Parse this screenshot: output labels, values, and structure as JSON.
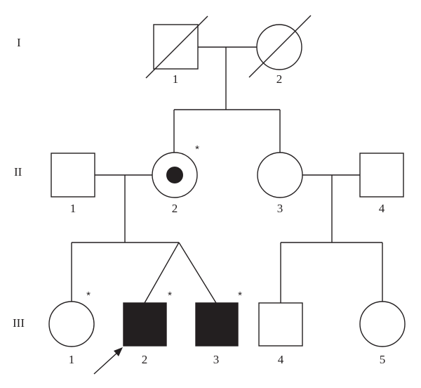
{
  "generations": [
    {
      "id": "I",
      "label": "I"
    },
    {
      "id": "II",
      "label": "II"
    },
    {
      "id": "III",
      "label": "III"
    }
  ],
  "individuals": [
    {
      "id": "I-1",
      "generation": "I",
      "number": "1",
      "sex": "male",
      "affected": false,
      "deceased": true,
      "carrier": false,
      "tested": false,
      "proband": false
    },
    {
      "id": "I-2",
      "generation": "I",
      "number": "2",
      "sex": "female",
      "affected": false,
      "deceased": true,
      "carrier": false,
      "tested": false,
      "proband": false
    },
    {
      "id": "II-1",
      "generation": "II",
      "number": "1",
      "sex": "male",
      "affected": false,
      "deceased": false,
      "carrier": false,
      "tested": false,
      "proband": false
    },
    {
      "id": "II-2",
      "generation": "II",
      "number": "2",
      "sex": "female",
      "affected": false,
      "deceased": false,
      "carrier": true,
      "tested": true,
      "proband": false
    },
    {
      "id": "II-3",
      "generation": "II",
      "number": "3",
      "sex": "female",
      "affected": false,
      "deceased": false,
      "carrier": false,
      "tested": false,
      "proband": false
    },
    {
      "id": "II-4",
      "generation": "II",
      "number": "4",
      "sex": "male",
      "affected": false,
      "deceased": false,
      "carrier": false,
      "tested": false,
      "proband": false
    },
    {
      "id": "III-1",
      "generation": "III",
      "number": "1",
      "sex": "female",
      "affected": false,
      "deceased": false,
      "carrier": false,
      "tested": true,
      "proband": false
    },
    {
      "id": "III-2",
      "generation": "III",
      "number": "2",
      "sex": "male",
      "affected": true,
      "deceased": false,
      "carrier": false,
      "tested": true,
      "proband": true
    },
    {
      "id": "III-3",
      "generation": "III",
      "number": "3",
      "sex": "male",
      "affected": true,
      "deceased": false,
      "carrier": false,
      "tested": true,
      "proband": false
    },
    {
      "id": "III-4",
      "generation": "III",
      "number": "4",
      "sex": "male",
      "affected": false,
      "deceased": false,
      "carrier": false,
      "tested": false,
      "proband": false
    },
    {
      "id": "III-5",
      "generation": "III",
      "number": "5",
      "sex": "female",
      "affected": false,
      "deceased": false,
      "carrier": false,
      "tested": false,
      "proband": false
    }
  ],
  "marriages": [
    {
      "id": "m-I1-I2",
      "partners": [
        "I-1",
        "I-2"
      ],
      "children": [
        "II-2",
        "II-3"
      ]
    },
    {
      "id": "m-II1-II2",
      "partners": [
        "II-1",
        "II-2"
      ],
      "children": [
        "III-1",
        "III-2",
        "III-3"
      ],
      "twins": [
        "III-2",
        "III-3"
      ]
    },
    {
      "id": "m-II3-II4",
      "partners": [
        "II-3",
        "II-4"
      ],
      "children": [
        "III-4",
        "III-5"
      ]
    }
  ],
  "test_mark": "*"
}
